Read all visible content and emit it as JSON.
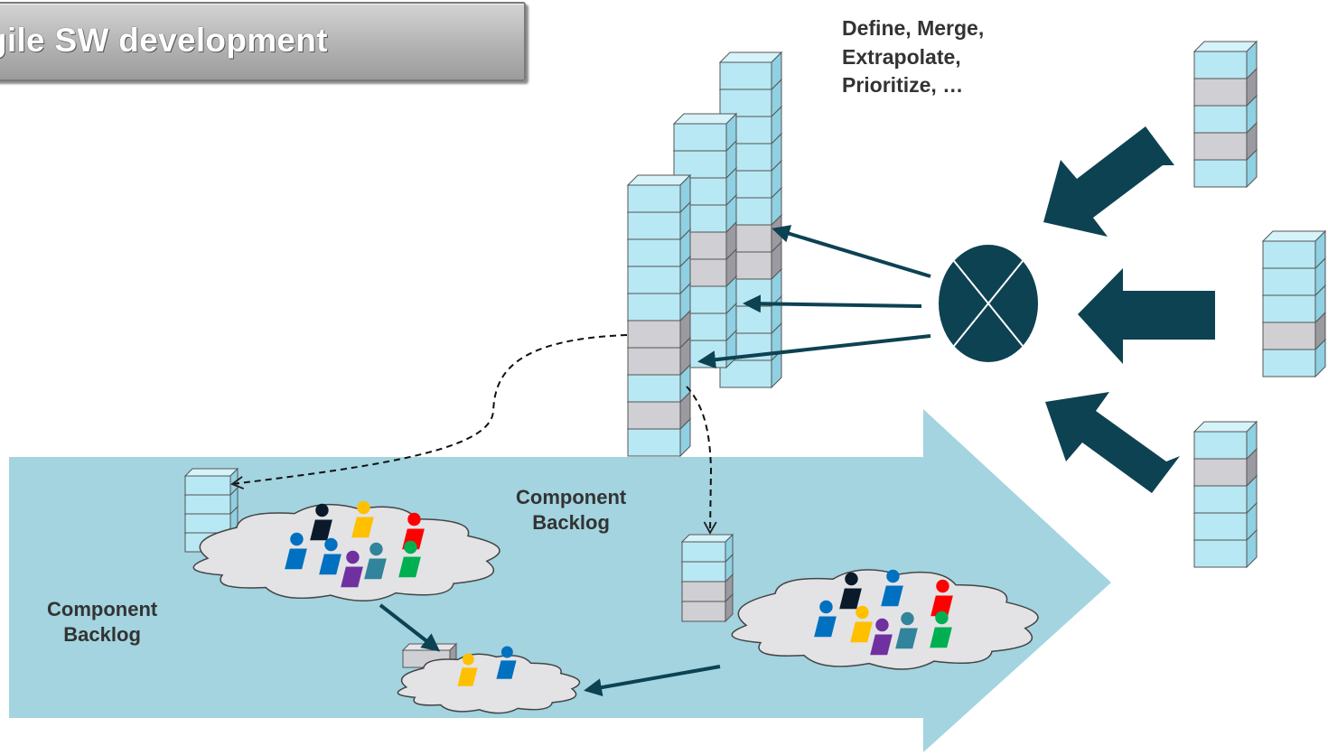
{
  "title": "gile SW development",
  "process_steps": [
    "Define, Merge,",
    "Extrapolate,",
    "Prioritize, …"
  ],
  "labels": {
    "upper_component_backlog": [
      "Component",
      "Backlog"
    ],
    "lower_component_backlog": [
      "Component",
      "Backlog"
    ]
  },
  "colors": {
    "flow_arrow": "#a3d4e0",
    "dark_arrow": "#0d4252",
    "backlog_item_light": "#b8e8f4",
    "backlog_item_gray": "#cfcfd4",
    "cloud_fill": "#e3e3e6",
    "person_colors": [
      "#0a1a2a",
      "#ffc000",
      "#ff0000",
      "#0070c0",
      "#7030a0",
      "#31849b",
      "#00b050"
    ]
  },
  "icons": [
    "merge-circle-icon",
    "cloud-team-icon",
    "person-icon",
    "backlog-item-icon"
  ]
}
